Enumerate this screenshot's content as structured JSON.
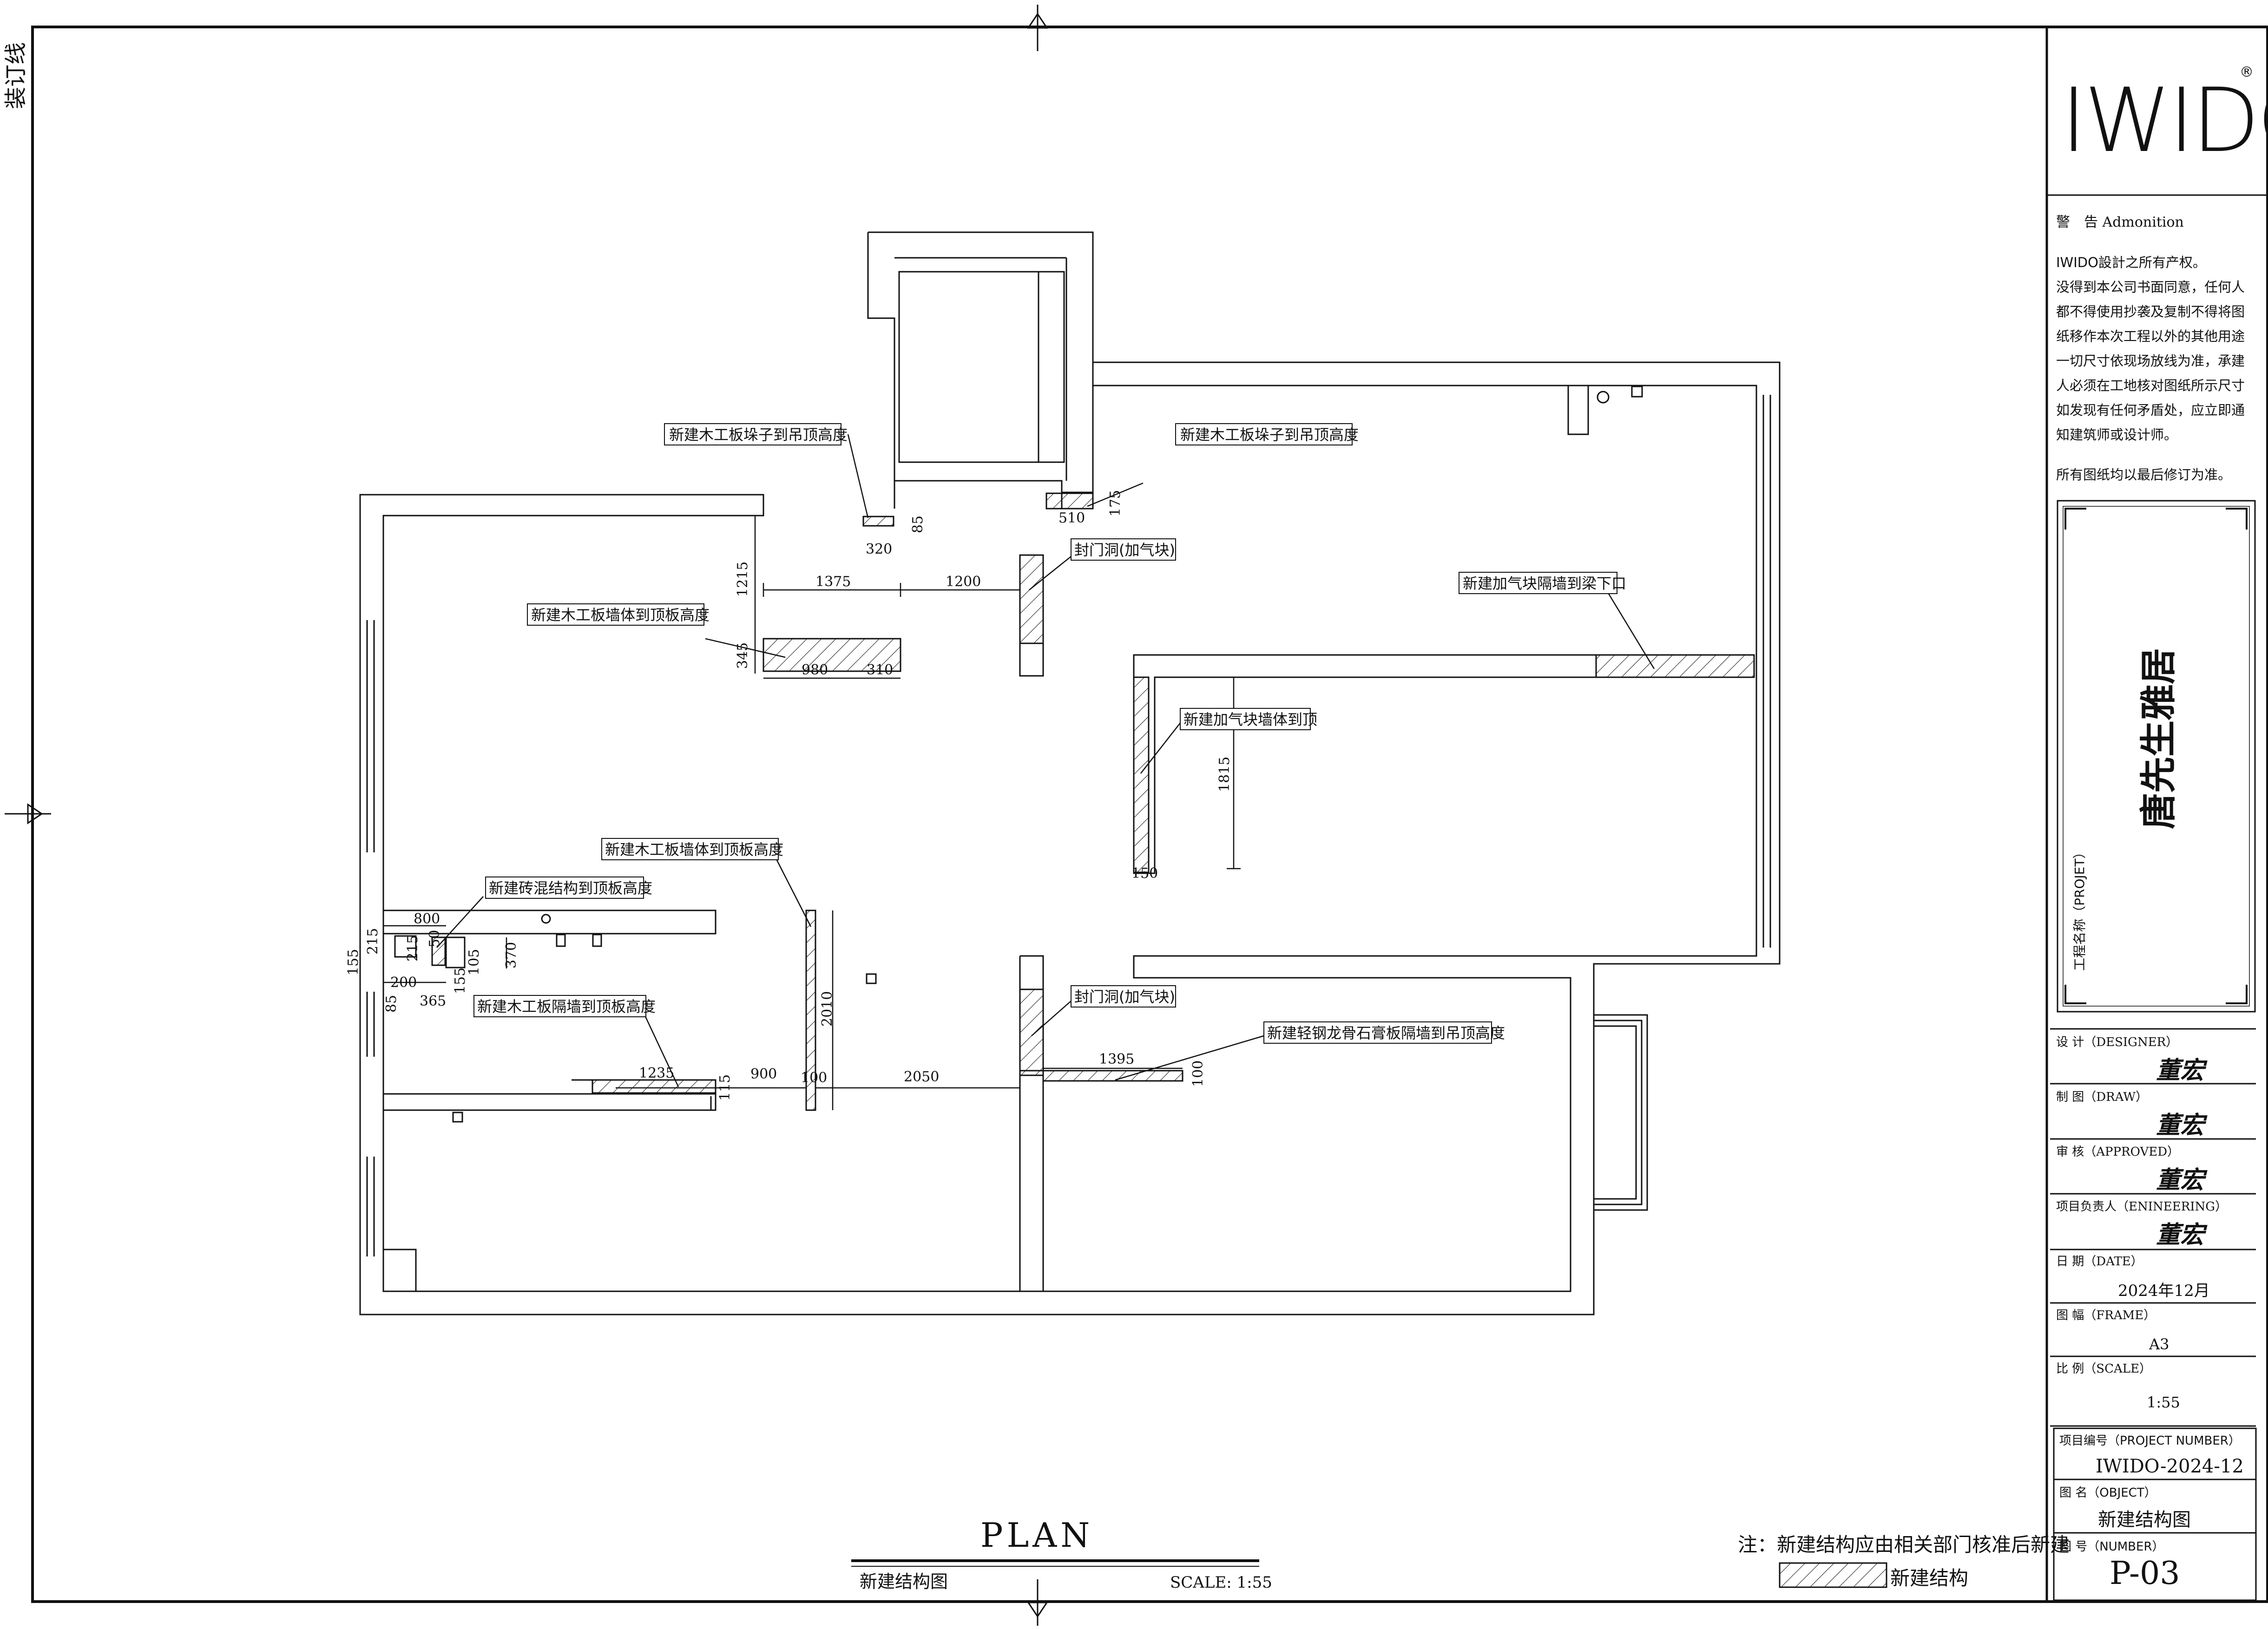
{
  "binding_edge_label": "装订线",
  "title_block": {
    "logo": "IWIDO",
    "warning_label": "警　告  Admonition",
    "warning_lines": [
      "IWIDO設計之所有产权。",
      "没得到本公司书面同意，任何人",
      "都不得使用抄袭及复制不得将图",
      "纸移作本次工程以外的其他用途",
      "一切尺寸依现场放线为准，承建",
      "人必须在工地核对图纸所示尺寸",
      "如发现有任何矛盾处，应立即通",
      "知建筑师或设计师。"
    ],
    "revision_note": "所有图纸均以最后修订为准。",
    "project_label": "工程名称（PROJET）",
    "project_name": "唐先生雅居",
    "designer_label": "设 计（DESIGNER）",
    "draw_label": "制 图（DRAW）",
    "approved_label": "审 核（APPROVED）",
    "engineering_label": "项目负责人（ENINEERING）",
    "signature": "董宏",
    "date_label": "日 期（DATE）",
    "date_value": "2024年12月",
    "frame_label": "图 幅（FRAME）",
    "frame_value": "A3",
    "scale_label": "比 例（SCALE）",
    "scale_value": "1:55",
    "project_number_label": "项目编号（PROJECT NUMBER）",
    "project_number_value": "IWIDO-2024-12",
    "object_label": "图 名（OBJECT）",
    "object_value": "新建结构图",
    "number_label": "图 号（NUMBER）",
    "number_value": "P-03"
  },
  "plan": {
    "title": "PLAN",
    "subtitle": "新建结构图",
    "scale": "SCALE: 1:55",
    "footnote": "注：新建结构应由相关部门核准后新建",
    "legend_label": "新建结构"
  },
  "annotations": {
    "beam_left": "新建木工板垛子到吊顶高度",
    "beam_right": "新建木工板垛子到吊顶高度",
    "door_seal_top": "封门洞(加气块)",
    "wood_wall_top": "新建木工板墙体到顶板高度",
    "aac_beam": "新建加气块隔墙到梁下口",
    "aac_wall": "新建加气块墙体到顶",
    "wood_wall_mid": "新建木工板墙体到顶板高度",
    "brick_concrete": "新建砖混结构到顶板高度",
    "wood_partition": "新建木工板隔墙到顶板高度",
    "door_seal_bottom": "封门洞(加气块)",
    "gypsum_wall": "新建轻钢龙骨石膏板隔墙到吊顶高度"
  },
  "dimensions": {
    "d320": "320",
    "d85": "85",
    "d510": "510",
    "d175": "175",
    "d1215": "1215",
    "d1375": "1375",
    "d1200": "1200",
    "d345": "345",
    "d980": "980",
    "d310": "310",
    "d1815": "1815",
    "d150": "150",
    "d800": "800",
    "d50": "50",
    "d215a": "215",
    "d215b": "215",
    "d155a": "155",
    "d105": "105",
    "d370": "370",
    "d200": "200",
    "d155b": "155",
    "d85b": "85",
    "d365": "365",
    "d2010": "2010",
    "d1235": "1235",
    "d115": "115",
    "d900": "900",
    "d100a": "100",
    "d2050": "2050",
    "d1395": "1395",
    "d100b": "100"
  },
  "colors": {
    "line": "#111111",
    "paper": "#ffffff"
  }
}
